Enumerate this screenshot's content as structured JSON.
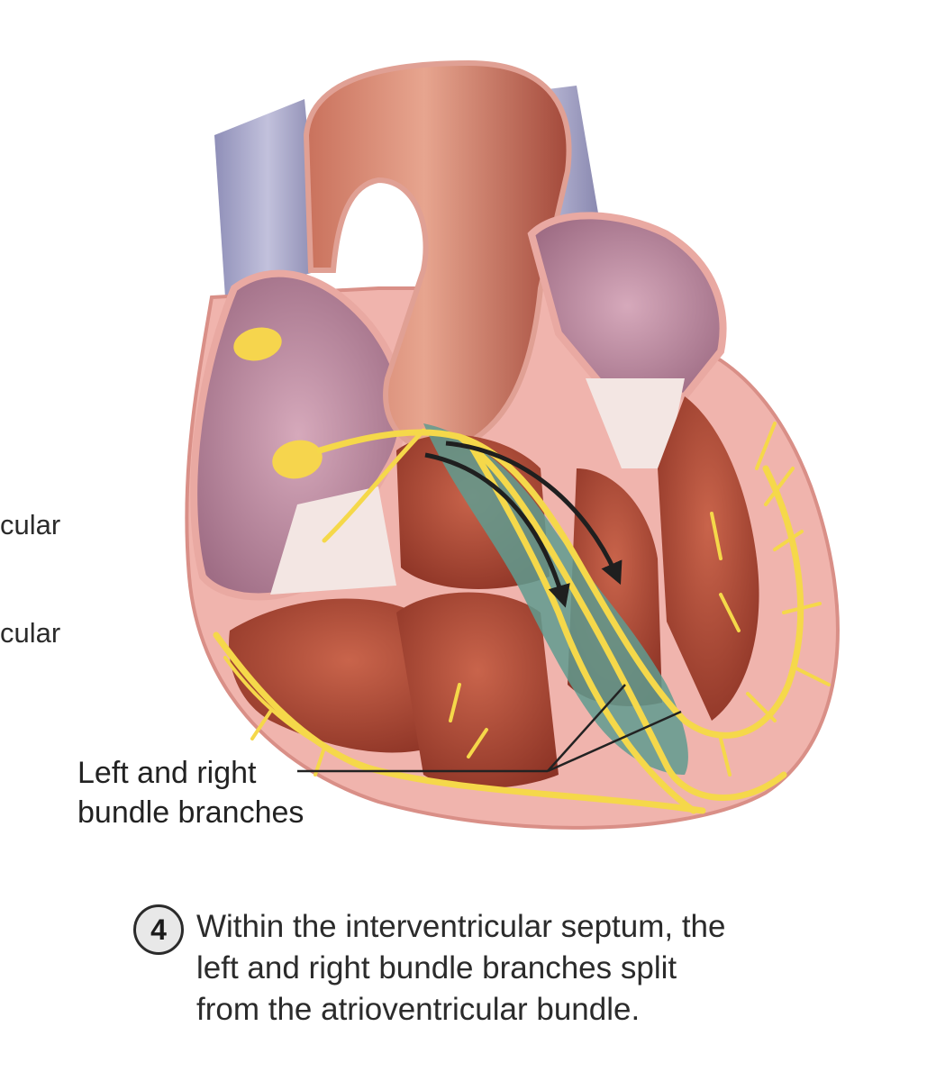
{
  "cropped_labels": {
    "first": "cular",
    "second": "cular"
  },
  "callout": {
    "line1": "Left and right",
    "line2": "bundle branches"
  },
  "step": {
    "number": "4",
    "caption_lines": [
      "Within the interventricular septum, the",
      "left and right bundle branches split",
      "from the atrioventricular bundle."
    ]
  },
  "colors": {
    "myocardium": "#b5523f",
    "epicardium": "#f0b4ad",
    "atrium_interior": "#b8859c",
    "vessel": "#a7a6c8",
    "conduction_pathway": "#f5d84a",
    "septum_highlight": "#5f9b8f"
  }
}
